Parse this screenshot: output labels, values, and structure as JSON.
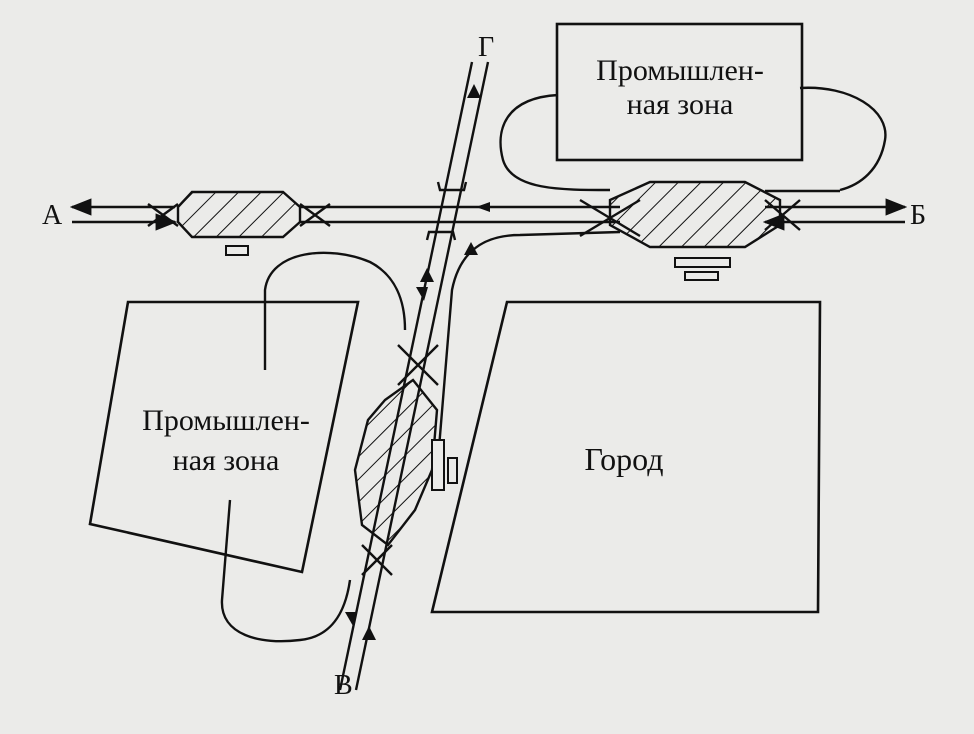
{
  "points": {
    "a": "А",
    "b": "Б",
    "v": "В",
    "g": "Г"
  },
  "zones": {
    "industrial_top": [
      "Промышлен-",
      "ная зона"
    ],
    "industrial_left": [
      "Промышлен-",
      "ная зона"
    ],
    "city": "Город"
  },
  "colors": {
    "ink": "#111111",
    "paper": "#ebebe9"
  }
}
